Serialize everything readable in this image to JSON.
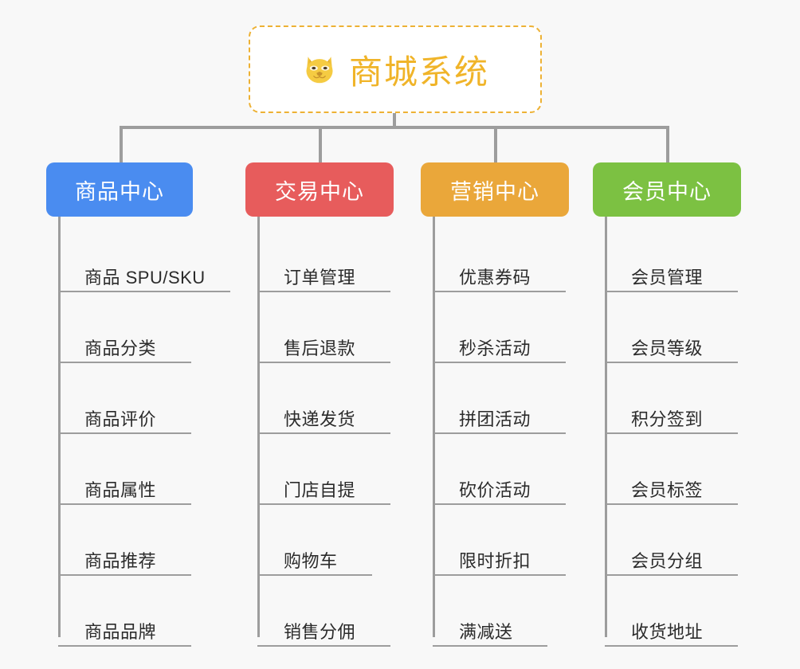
{
  "page": {
    "background_color": "#f8f8f8",
    "text_color": "#2b2b2b",
    "connector_color": "#9d9d9d"
  },
  "root": {
    "title": "商城系统",
    "icon": "dog-face-emoji",
    "icon_glyph": "🐶",
    "title_color": "#f0b429",
    "border_color": "#edb134",
    "background_color": "#ffffff"
  },
  "branches": [
    {
      "label": "商品中心",
      "color": "#4a8cf0",
      "color_name": "blue",
      "items": [
        "商品 SPU/SKU",
        "商品分类",
        "商品评价",
        "商品属性",
        "商品推荐",
        "商品品牌"
      ]
    },
    {
      "label": "交易中心",
      "color": "#e75c5c",
      "color_name": "red",
      "items": [
        "订单管理",
        "售后退款",
        "快递发货",
        "门店自提",
        "购物车",
        "销售分佣"
      ]
    },
    {
      "label": "营销中心",
      "color": "#eaa73a",
      "color_name": "orange",
      "items": [
        "优惠券码",
        "秒杀活动",
        "拼团活动",
        "砍价活动",
        "限时折扣",
        "满减送"
      ]
    },
    {
      "label": "会员中心",
      "color": "#7cc142",
      "color_name": "green",
      "items": [
        "会员管理",
        "会员等级",
        "积分签到",
        "会员标签",
        "会员分组",
        "收货地址"
      ]
    }
  ]
}
